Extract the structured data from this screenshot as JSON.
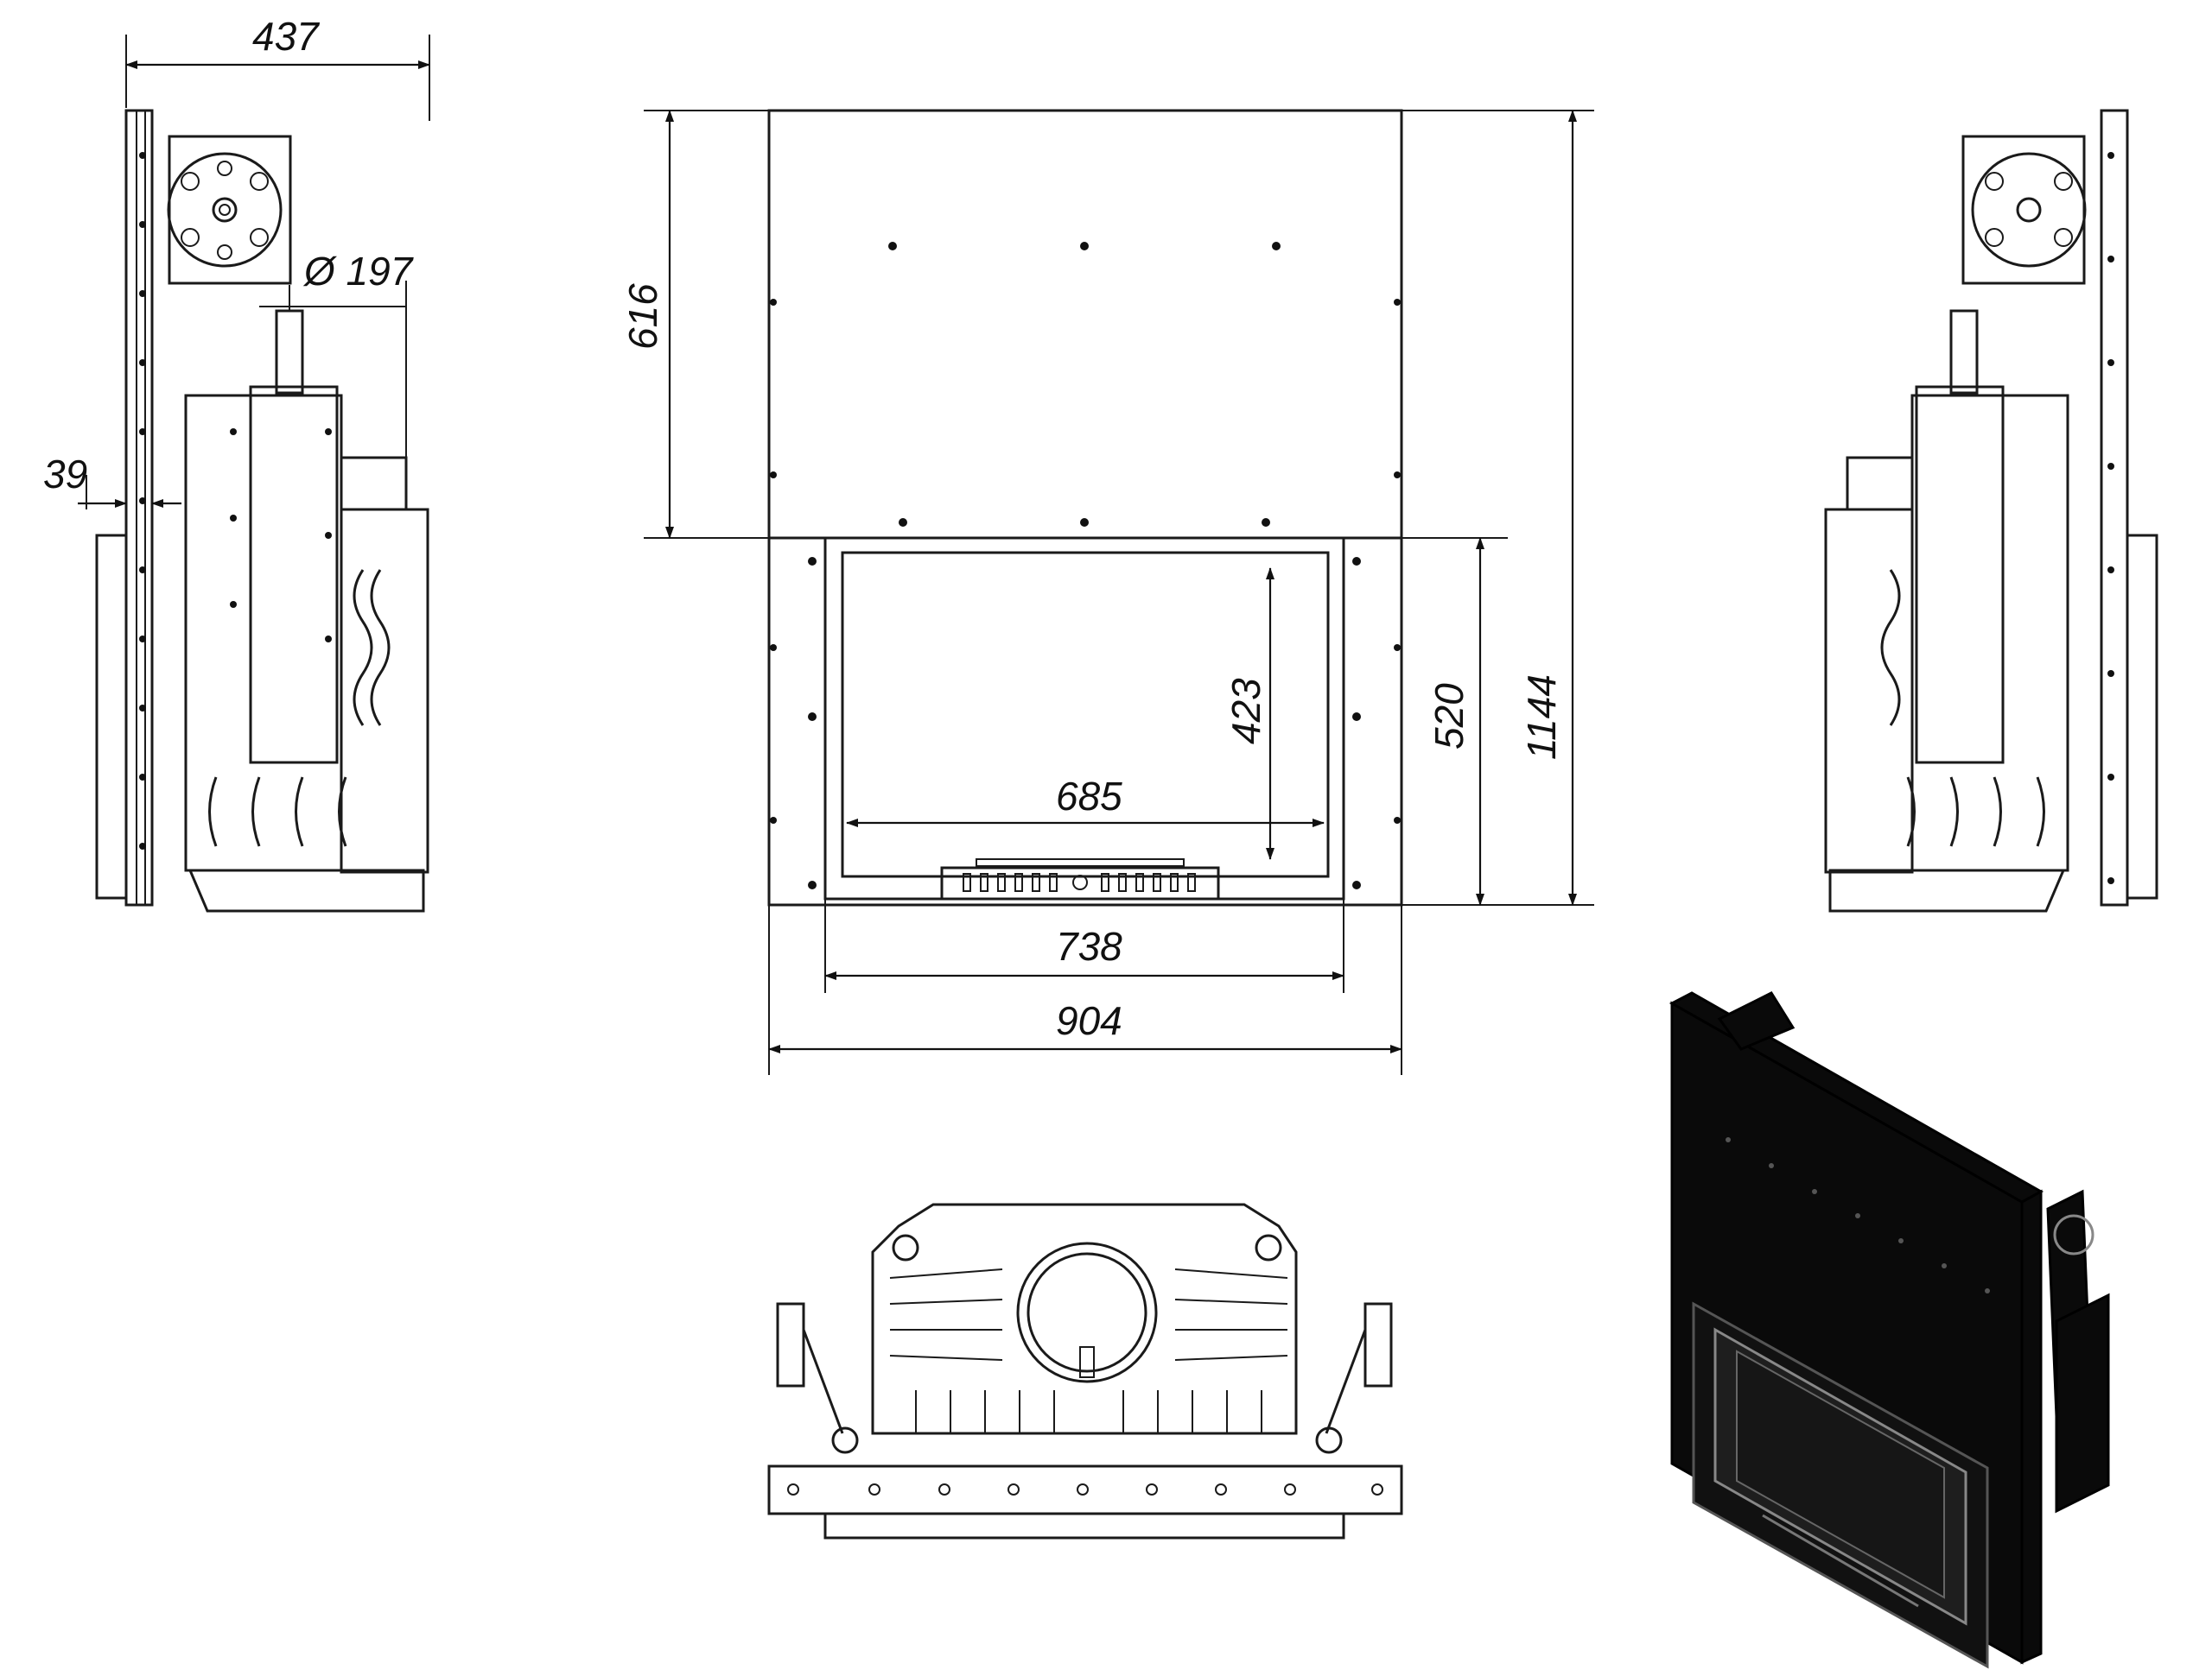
{
  "dimensions": {
    "side_depth": "437",
    "flue_diameter": "Ø 197",
    "frame_offset": "39",
    "upper_height": "616",
    "total_height": "1144",
    "frame_height": "520",
    "glass_height": "423",
    "glass_width": "685",
    "frame_width": "738",
    "total_width": "904"
  }
}
